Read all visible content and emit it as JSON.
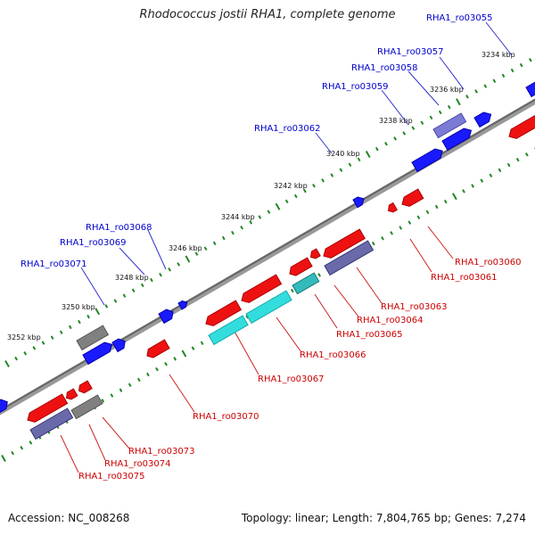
{
  "title": "Rhodococcus jostii RHA1, complete genome",
  "footer": {
    "accession": "Accession: NC_008268",
    "summary": "Topology: linear; Length: 7,804,765 bp; Genes: 7,274"
  },
  "colors": {
    "backbone": "#777777",
    "forward_gene": "#1a1aff",
    "reverse_gene": "#ee1111",
    "rna_gene": "#33dddd",
    "pseudo_gene": "#6a6aaa",
    "other_gene": "#808080",
    "tick": "#228822",
    "forward_label": "#0000cc",
    "reverse_label": "#cc0000"
  },
  "kbp_ticks": [
    "3234 kbp",
    "3236 kbp",
    "3238 kbp",
    "3240 kbp",
    "3242 kbp",
    "3244 kbp",
    "3246 kbp",
    "3248 kbp",
    "3250 kbp",
    "3252 kbp"
  ],
  "forward_labels": [
    "RHA1_ro03055",
    "RHA1_ro03057",
    "RHA1_ro03058",
    "RHA1_ro03059",
    "RHA1_ro03062",
    "RHA1_ro03068",
    "RHA1_ro03069",
    "RHA1_ro03071"
  ],
  "reverse_labels": [
    "RHA1_ro03060",
    "RHA1_ro03061",
    "RHA1_ro03063",
    "RHA1_ro03064",
    "RHA1_ro03065",
    "RHA1_ro03066",
    "RHA1_ro03067",
    "RHA1_ro03070",
    "RHA1_ro03073",
    "RHA1_ro03074",
    "RHA1_ro03075"
  ]
}
